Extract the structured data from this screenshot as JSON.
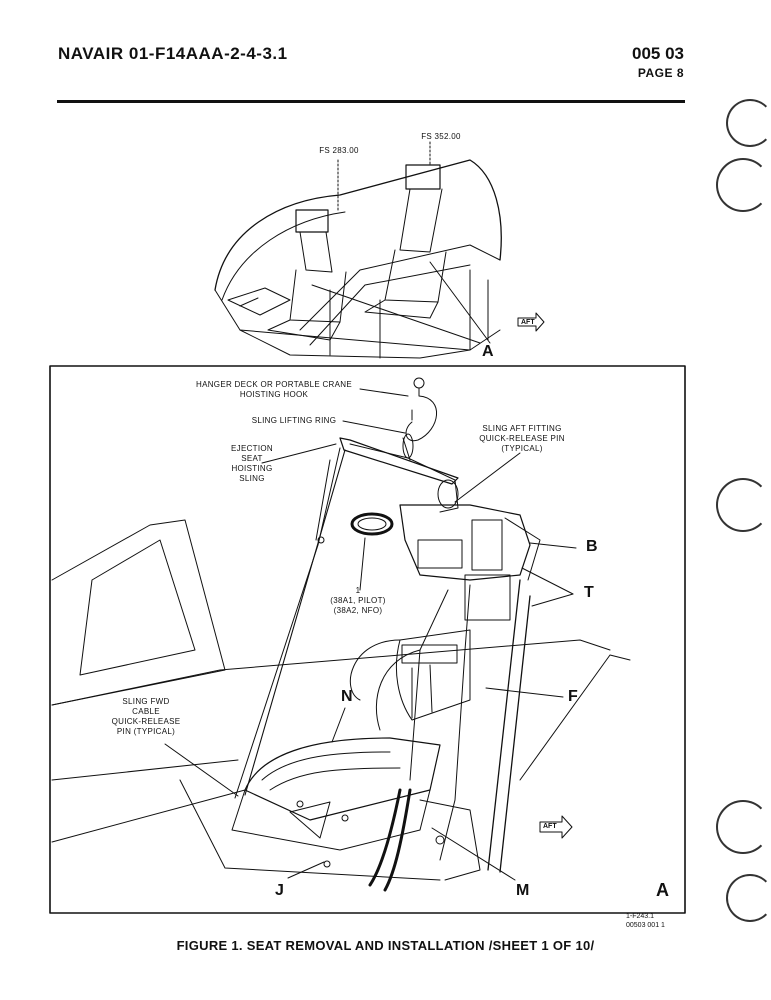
{
  "header": {
    "doc_number": "NAVAIR 01-F14AAA-2-4-3.1",
    "section": "005 03",
    "page": "PAGE 8"
  },
  "top_view": {
    "fs_front": "FS 283.00",
    "fs_rear": "FS 352.00",
    "aft": "AFT",
    "detail_ref": "A"
  },
  "detail": {
    "hoisting_hook": "HANGER DECK OR PORTABLE CRANE HOISTING HOOK",
    "hoisting_hook_l1": "HANGER DECK OR PORTABLE CRANE",
    "hoisting_hook_l2": "HOISTING HOOK",
    "sling_ring": "SLING LIFTING RING",
    "sling_l1": "EJECTION",
    "sling_l2": "SEAT",
    "sling_l3": "HOISTING",
    "sling_l4": "SLING",
    "aft_pin_l1": "SLING AFT FITTING",
    "aft_pin_l2": "QUICK-RELEASE PIN",
    "aft_pin_l3": "(TYPICAL)",
    "item_1": "1",
    "item_1_pilot": "(38A1, PILOT)",
    "item_1_nfo": "(38A2, NFO)",
    "fwd_pin_l1": "SLING FWD",
    "fwd_pin_l2": "CABLE",
    "fwd_pin_l3": "QUICK-RELEASE",
    "fwd_pin_l4": "PIN (TYPICAL)",
    "callout_b": "B",
    "callout_t": "T",
    "callout_f": "F",
    "callout_n": "N",
    "callout_j": "J",
    "callout_m": "M",
    "detail_letter": "A",
    "aft": "AFT"
  },
  "figure_ref_l1": "1-F243.1",
  "figure_ref_l2": "00503 001 1",
  "caption": "FIGURE 1. SEAT REMOVAL AND INSTALLATION /SHEET 1 OF 10/"
}
